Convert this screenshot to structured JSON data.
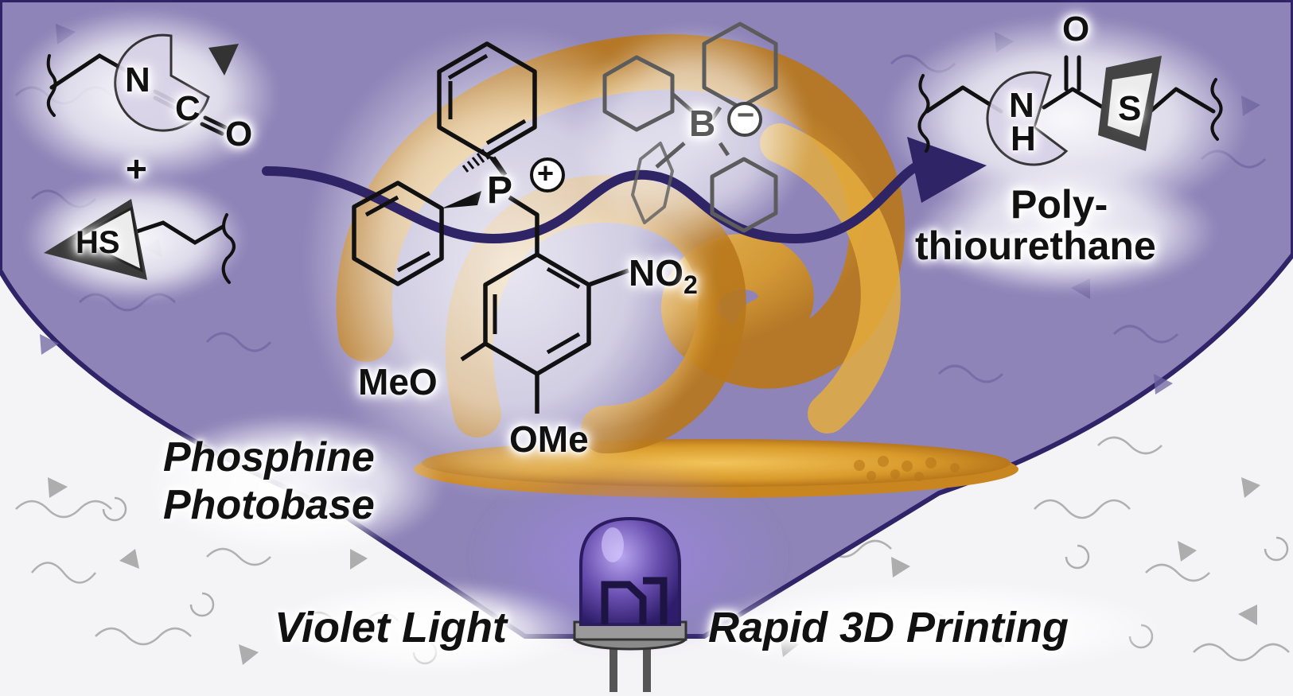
{
  "colors": {
    "violet_panel": "#8e84b8",
    "violet_dark": "#2e2467",
    "arrow": "#2e2466",
    "print_orange": "#d99a2b",
    "led": "#6a4fb0",
    "background": "#f4f3f6"
  },
  "reactants": {
    "isocyanate": [
      "N",
      "C",
      "O"
    ],
    "plus": "+",
    "thiol": "HS"
  },
  "photobase": {
    "phosphorus": "P",
    "cation_charge": "+",
    "nitro": "NO",
    "nitro_subscript": "2",
    "methoxy_left": "MeO",
    "methoxy_bottom": "OMe",
    "label_line1": "Phosphine",
    "label_line2": "Photobase"
  },
  "borate": {
    "boron": "B",
    "anion_charge": "−"
  },
  "product": {
    "carbonyl_o": "O",
    "nh_n": "N",
    "nh_h": "H",
    "sulfur": "S",
    "label_line1": "Poly-",
    "label_line2": "thiourethane"
  },
  "bottom": {
    "violet_light": "Violet Light",
    "rapid_printing": "Rapid 3D Printing"
  },
  "icons": {
    "led": "led-bulb-icon",
    "arrow": "reaction-arrow"
  }
}
